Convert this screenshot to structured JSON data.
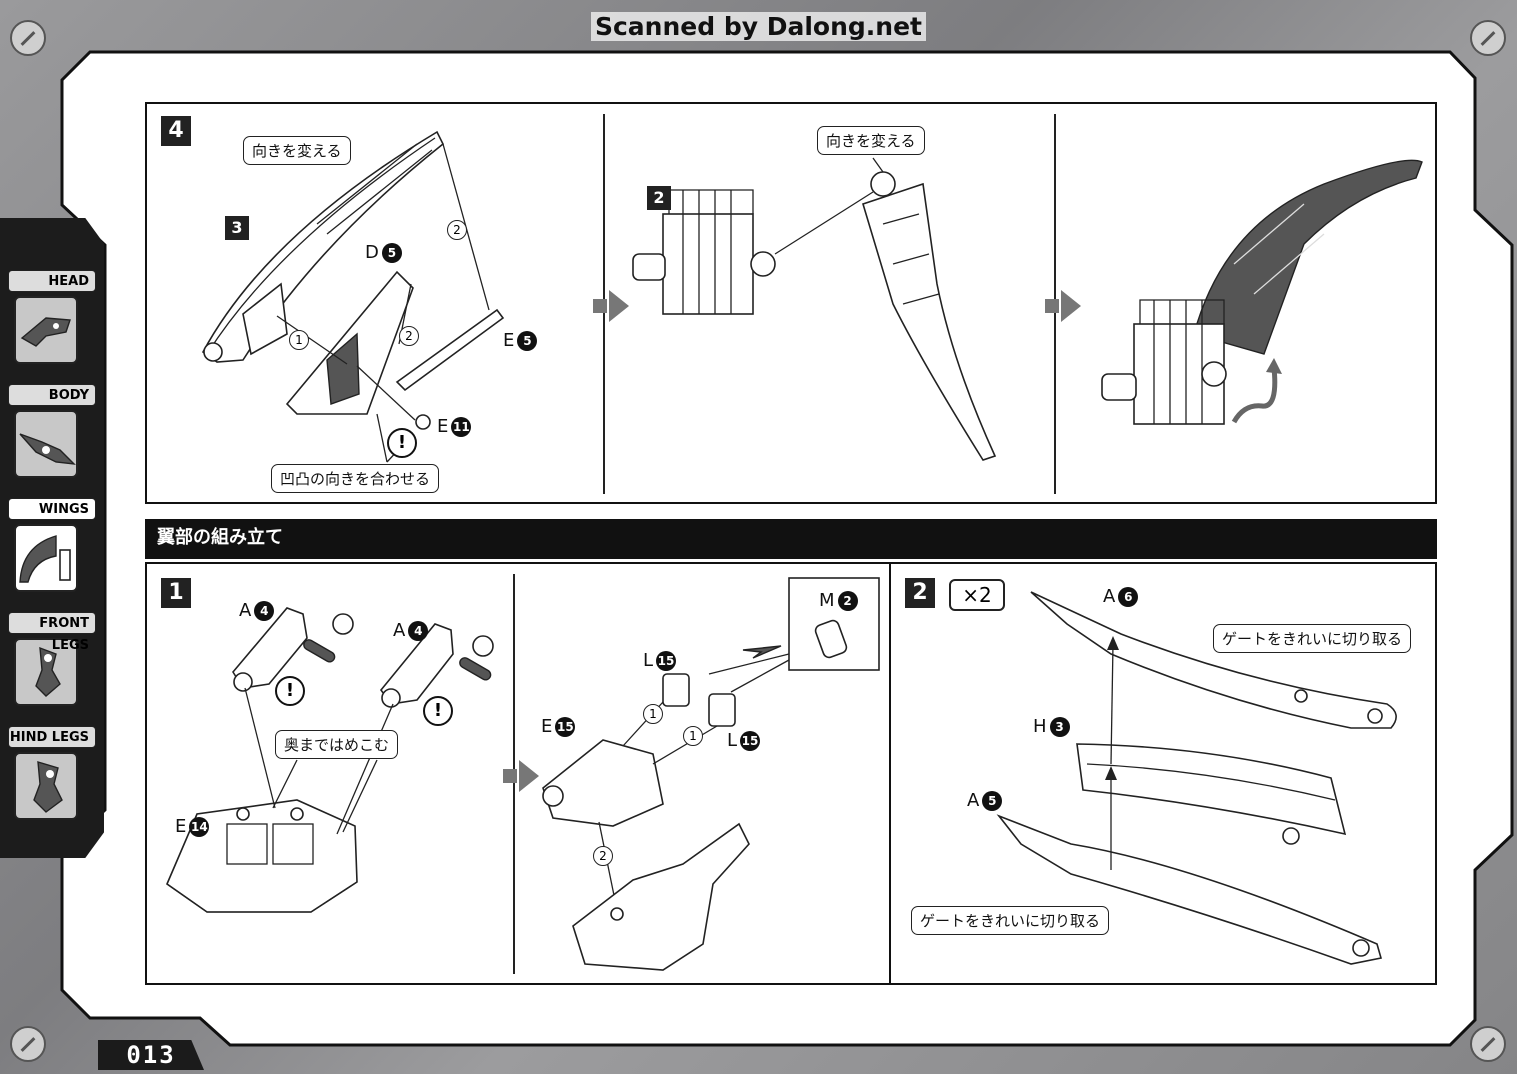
{
  "watermark": "Scanned by Dalong.net",
  "page_number": "013",
  "nav": {
    "items": [
      {
        "label": "HEAD",
        "icon": "head-icon",
        "active": false
      },
      {
        "label": "BODY",
        "icon": "body-icon",
        "active": false
      },
      {
        "label": "WINGS",
        "icon": "wings-icon",
        "active": true
      },
      {
        "label": "FRONT LEGS",
        "icon": "front-legs-icon",
        "active": false
      },
      {
        "label": "HIND LEGS",
        "icon": "hind-legs-icon",
        "active": false
      }
    ]
  },
  "step4": {
    "number": "4",
    "sub_a": "3",
    "sub_b": "2",
    "callout_turn_1": "向きを変える",
    "callout_turn_2": "向きを変える",
    "callout_align": "凹凸の向きを合わせる",
    "parts": {
      "d5": {
        "letter": "D",
        "num": "5"
      },
      "e5": {
        "letter": "E",
        "num": "5"
      },
      "e11": {
        "letter": "E",
        "num": "11"
      }
    },
    "order_1": "1",
    "order_2a": "2",
    "order_2b": "2",
    "warning": "!"
  },
  "wings_section": {
    "title": "翼部の組み立て"
  },
  "wstep1": {
    "number": "1",
    "parts": {
      "a4_left": {
        "letter": "A",
        "num": "4"
      },
      "a4_right": {
        "letter": "A",
        "num": "4"
      },
      "e14": {
        "letter": "E",
        "num": "14"
      },
      "m2": {
        "letter": "M",
        "num": "2"
      },
      "l15_top": {
        "letter": "L",
        "num": "15"
      },
      "l15_bottom": {
        "letter": "L",
        "num": "15"
      },
      "e15": {
        "letter": "E",
        "num": "15"
      }
    },
    "callout_push": "奥まではめこむ",
    "order_1a": "1",
    "order_1b": "1",
    "order_2": "2",
    "warning": "!"
  },
  "wstep2": {
    "number": "2",
    "multiplier": "×2",
    "parts": {
      "a6": {
        "letter": "A",
        "num": "6"
      },
      "h3": {
        "letter": "H",
        "num": "3"
      },
      "a5": {
        "letter": "A",
        "num": "5"
      }
    },
    "callout_gate_top": "ゲートをきれいに切り取る",
    "callout_gate_bottom": "ゲートをきれいに切り取る"
  },
  "colors": {
    "ink": "#111111",
    "panel": "#ffffff",
    "frame": "#8d8d8f",
    "arrow": "#777777"
  }
}
